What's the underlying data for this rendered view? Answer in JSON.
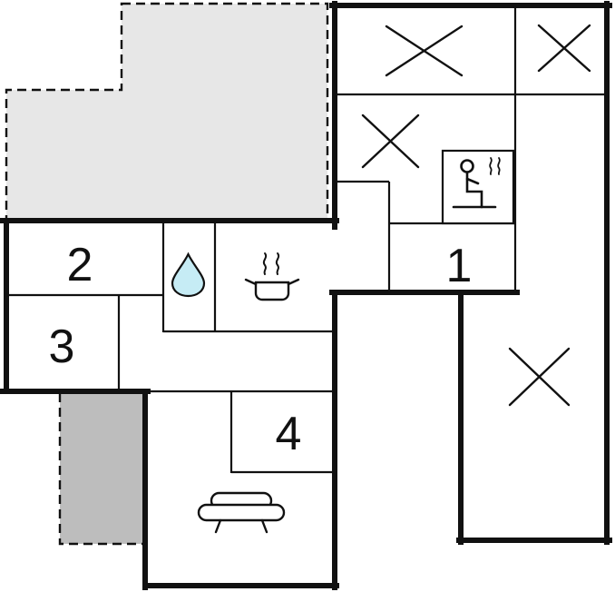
{
  "plan": {
    "type": "floor-plan",
    "room_labels": {
      "room1": "1",
      "room2": "2",
      "room3": "3",
      "room4": "4"
    },
    "symbols": {
      "x_mark_count": 4,
      "icons": [
        "x-mark-icon",
        "water-drop-icon",
        "cooking-pot-icon",
        "sauna-icon",
        "sofa-icon"
      ]
    },
    "colors": {
      "wall": "#111111",
      "terrace_light": "#e7e7e7",
      "terrace_dark": "#bdbdbd",
      "water_drop_fill": "#c6ecf5",
      "background": "#ffffff"
    }
  }
}
